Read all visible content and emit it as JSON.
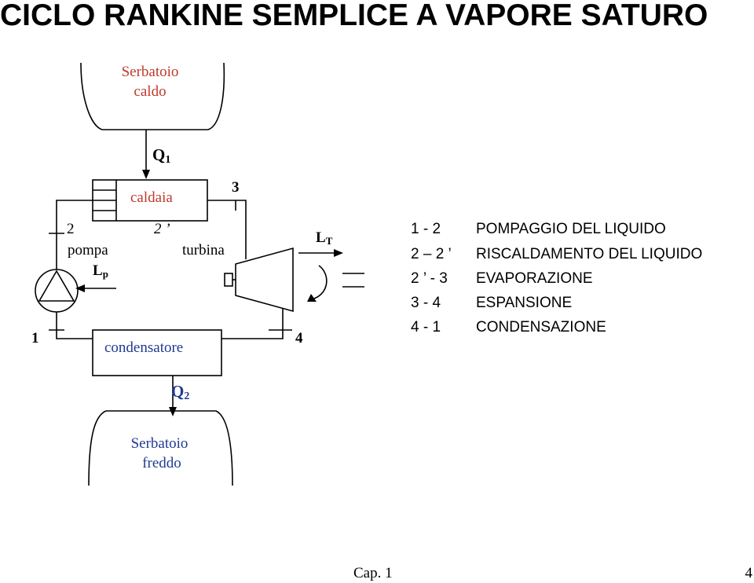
{
  "title": "CICLO RANKINE SEMPLICE A VAPORE SATURO",
  "diagram": {
    "hot_reservoir": [
      "Serbatoio",
      "caldo"
    ],
    "cold_reservoir": [
      "Serbatoio",
      "freddo"
    ],
    "q1": {
      "base": "Q",
      "sub": "1"
    },
    "q2": {
      "base": "Q",
      "sub": "2"
    },
    "boiler": "caldaia",
    "pump": "pompa",
    "turbine": "turbina",
    "condenser": "condensatore",
    "lp": {
      "base": "L",
      "sub": "p"
    },
    "lt": {
      "base": "L",
      "sub": "T"
    },
    "points": {
      "p1": "1",
      "p2": "2",
      "p2p": "2 ’",
      "p3": "3",
      "p4": "4"
    }
  },
  "legend": [
    {
      "step": "1 - 2",
      "desc": "POMPAGGIO DEL LIQUIDO"
    },
    {
      "step": "2 – 2 ’",
      "desc": "RISCALDAMENTO DEL LIQUIDO"
    },
    {
      "step": "2 ’ - 3",
      "desc": "EVAPORAZIONE"
    },
    {
      "step": "3 - 4",
      "desc": "ESPANSIONE"
    },
    {
      "step": "4 - 1",
      "desc": "CONDENSAZIONE"
    }
  ],
  "footer": {
    "chapter": "Cap. 1",
    "page": "4"
  },
  "colors": {
    "hot_text": "#c0392b",
    "cold_text": "#1f3a93",
    "lines": "#000000"
  }
}
